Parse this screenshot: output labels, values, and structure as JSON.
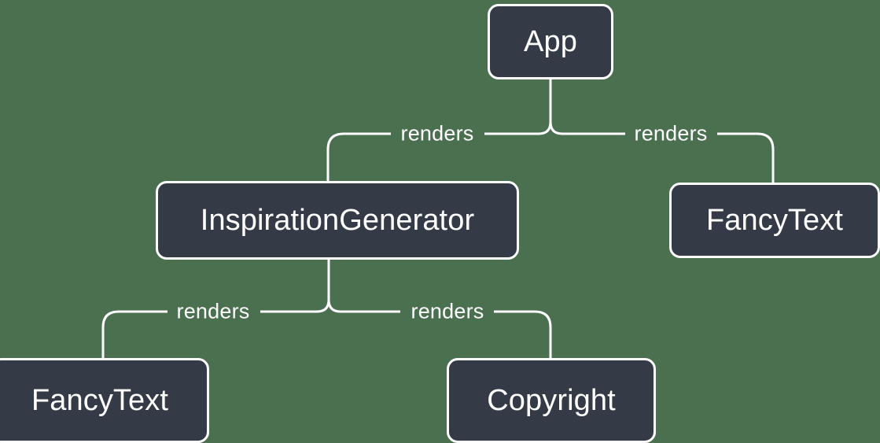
{
  "diagram": {
    "type": "component-tree",
    "background_color": "#4a7050",
    "node_fill_color": "#343a46",
    "node_border_color": "#ffffff",
    "edge_color": "#ffffff",
    "label_color": "#ffffff",
    "nodes": [
      {
        "id": "app",
        "label": "App"
      },
      {
        "id": "inspgen",
        "label": "InspirationGenerator"
      },
      {
        "id": "fancy-right",
        "label": "FancyText"
      },
      {
        "id": "fancy-bl",
        "label": "FancyText"
      },
      {
        "id": "copyright",
        "label": "Copyright"
      }
    ],
    "edges": [
      {
        "from": "app",
        "to": "inspgen",
        "label": "renders"
      },
      {
        "from": "app",
        "to": "fancy-right",
        "label": "renders"
      },
      {
        "from": "inspgen",
        "to": "fancy-bl",
        "label": "renders"
      },
      {
        "from": "inspgen",
        "to": "copyright",
        "label": "renders"
      }
    ]
  }
}
